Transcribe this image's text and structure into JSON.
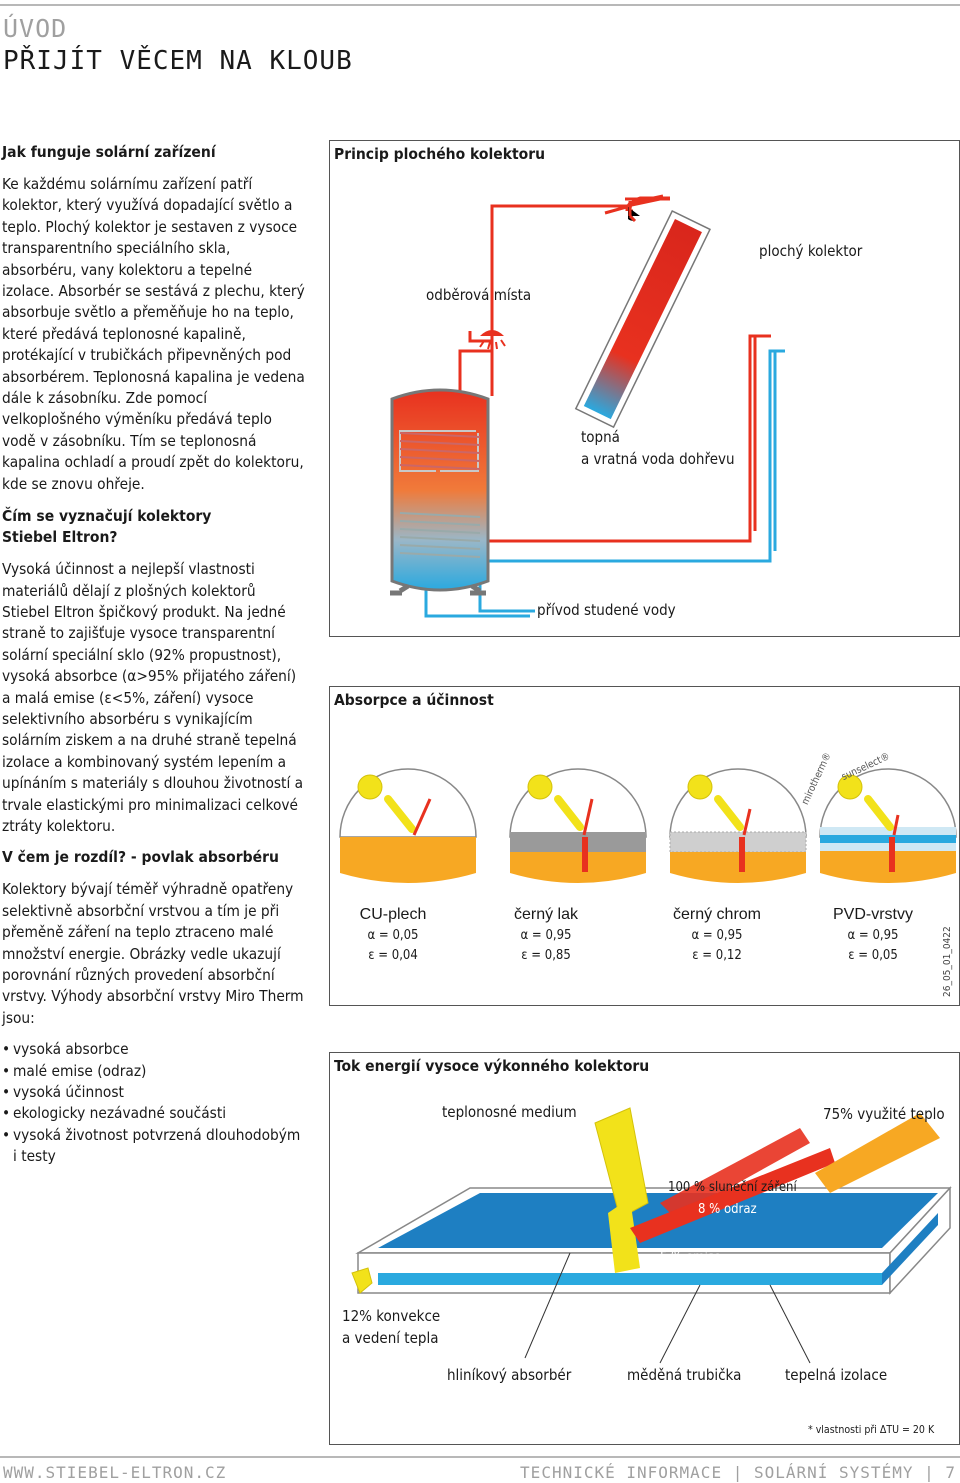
{
  "header": {
    "section": "ÚVOD",
    "title": "PŘIJÍT VĚCEM NA KLOUB"
  },
  "left": {
    "h1": "Jak funguje solární zařízení",
    "p1": "Ke každému solárnímu zařízení patří kolektor, který využívá dopadající světlo a teplo. Plochý kolektor je sestaven z vysoce transparentního speciálního skla, absorbéru, vany kolektoru a tepelné izolace. Absorbér se sestává z plechu, který absorbuje světlo a přeměňuje ho na teplo, které předává teplonosné kapalině, protékající v trubičkách připevněných pod absorbérem. Teplonosná kapalina je vedena dále k zásobníku. Zde pomocí velkoplošného výměníku předává teplo vodě v zásobníku. Tím se teplonosná kapalina ochladí a proudí zpět do kolektoru, kde se znovu ohřeje.",
    "h2": "Čím se vyznačují kolektory Stiebel Eltron?",
    "p2": "Vysoká účinnost a nejlepší vlastnosti materiálů dělají z plošných kolektorů Stiebel Eltron špičkový produkt. Na jedné straně to zajišťuje vysoce transparentní solární speciální sklo (92% propustnost), vysoká absorbce (α>95% přijatého záření) a malá emise (ε<5%, záření) vysoce selektivního absorbéru s vynikajícím solárním ziskem a na druhé straně tepelná izolace a kombinovaný systém lepením a upínáním s materiály s dlouhou životností a trvale elastickými pro minimalizaci celkové ztráty kolektoru.",
    "h3": "V čem je rozdíl? - povlak absorbéru",
    "p3": "Kolektory bývají téměř výhradně opatřeny selektivně absorbční vrstvou a tím je při přeměně záření na teplo ztraceno malé množství energie. Obrázky vedle ukazují porovnání různých provedení absorbční vrstvy. Výhody absorbční vrstvy Miro Therm jsou:",
    "bullets": [
      "vysoká absorbce",
      "malé emise (odraz)",
      "vysoká účinnost",
      "ekologicky nezávadné součásti",
      "vysoká životnost potvrzená dlouhodobým i testy"
    ]
  },
  "box1": {
    "title": "Princip plochého kolektoru",
    "l_odber": "odběrová místa",
    "l_kolektor": "plochý kolektor",
    "l_topna": "topná\na vratná voda dohřevu",
    "l_privod": "přívod studené vody"
  },
  "box2": {
    "title": "Absorpce a účinnost",
    "brand1": "mirotherm®",
    "brand2": "sunselect®",
    "code": "26_05_01_0422",
    "items": [
      {
        "name": "CU-plech",
        "alpha": "α = 0,05",
        "eps": "ε = 0,04"
      },
      {
        "name": "černý lak",
        "alpha": "α = 0,95",
        "eps": "ε = 0,85"
      },
      {
        "name": "černý chrom",
        "alpha": "α = 0,95",
        "eps": "ε = 0,12"
      },
      {
        "name": "PVD-vrstvy",
        "alpha": "α = 0,95",
        "eps": "ε = 0,05"
      }
    ]
  },
  "box3": {
    "title": "Tok energií vysoce výkonného kolektoru",
    "medium": "teplonosné medium",
    "heat": "75% využité teplo",
    "solar": "100 % sluneční záření",
    "odraz": "8 % odraz",
    "emise": "5 % emise",
    "konvekce": "12% konvekce\na vedení tepla",
    "absorber": "hliníkový absorbér",
    "trubicka": "měděná trubička",
    "izolace": "tepelná izolace",
    "note": "* vlastnosti při ΔTU = 20 K"
  },
  "footer": {
    "url": "WWW.STIEBEL-ELTRON.CZ",
    "info": "TECHNICKÉ INFORMACE | SOLÁRNÍ SYSTÉMY | 7"
  },
  "colors": {
    "hot": "#e8311f",
    "cold": "#2aa9df",
    "sun": "#f2e21a",
    "orange": "#f7a823",
    "blue": "#1e7fc2"
  }
}
